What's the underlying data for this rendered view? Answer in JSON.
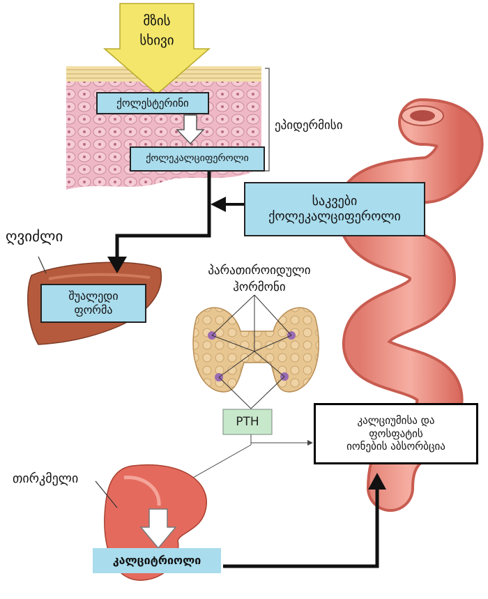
{
  "sun_rays": {
    "line1": "მზის",
    "line2": "სხივი"
  },
  "epidermis": {
    "cholesterol_box": "ქოლესტერინი",
    "cholecalciferol_box": "ქოლეკალციფეროლი",
    "epidermis_label": "ეპიდერმისი"
  },
  "food": {
    "line1": "საკვები",
    "line2": "ქოლეკალციფეროლი"
  },
  "liver": {
    "label": "ღვიძლი",
    "form_line1": "შუალედი",
    "form_line2": "ფორმა"
  },
  "parathyroid": {
    "line1": "პარათიროიდული",
    "line2": "ჰორმონი",
    "pth": "PTH"
  },
  "absorption": {
    "line1": "კალციუმისა  და",
    "line2": "ფოსფატის",
    "line3": "იონების  აბსორბცია"
  },
  "kidney": {
    "label": "თირკმელი",
    "calcitriol": "კალციტრიოლი"
  },
  "colors": {
    "yellow": "#f3e66b",
    "box_blue": "#a9dced",
    "pth_green": "#c8e8cc",
    "skin_pink": "#efb5c3",
    "liver_brown": "#b55a3c",
    "intestine": "#e98c7e",
    "kidney_red": "#e56a5e",
    "thyroid": "#e8c691",
    "gland_purple": "#9a6bb3"
  }
}
